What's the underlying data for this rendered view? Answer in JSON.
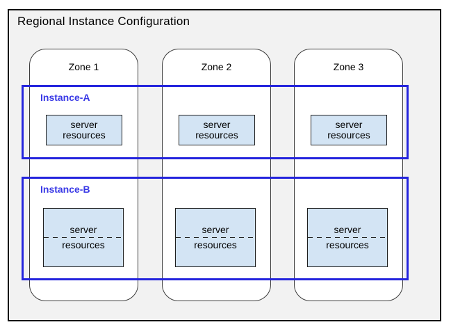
{
  "diagram": {
    "title": "Regional Instance Configuration",
    "zones": [
      {
        "label": "Zone 1"
      },
      {
        "label": "Zone 2"
      },
      {
        "label": "Zone 3"
      }
    ],
    "instances": [
      {
        "label": "Instance-A",
        "resources_style": "solid",
        "resources": [
          {
            "line1": "server",
            "line2": "resources"
          },
          {
            "line1": "server",
            "line2": "resources"
          },
          {
            "line1": "server",
            "line2": "resources"
          }
        ]
      },
      {
        "label": "Instance-B",
        "resources_style": "partitioned-dashed",
        "resources": [
          {
            "line1": "server",
            "line2": "resources"
          },
          {
            "line1": "server",
            "line2": "resources"
          },
          {
            "line1": "server",
            "line2": "resources"
          }
        ]
      }
    ],
    "colors": {
      "instance_border": "#2424dd",
      "instance_label_text": "#3939e6",
      "resource_fill": "#d3e4f4",
      "region_fill": "#f2f2f2",
      "zone_fill": "#ffffff",
      "outline": "#111111"
    }
  }
}
